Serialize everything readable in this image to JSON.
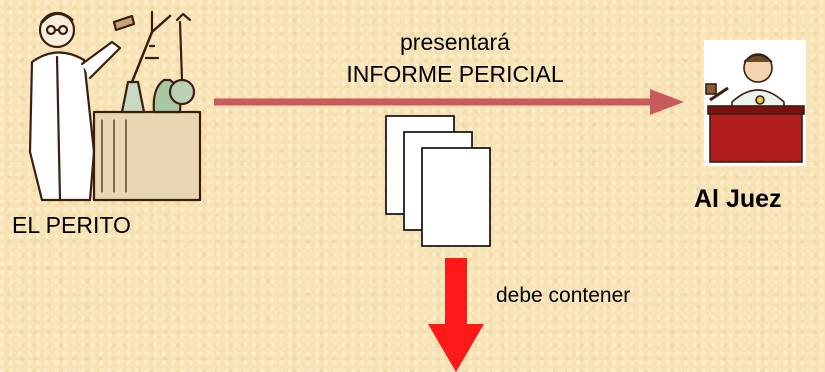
{
  "diagram": {
    "arrow_label_top": "presentará",
    "arrow_label_bottom": "INFORME PERICIAL",
    "expert_label": "EL PERITO",
    "judge_label": "Al Juez",
    "down_arrow_label": "debe contener"
  },
  "colors": {
    "background": "#f6e2b4",
    "horizontal_arrow": "#c85a5a",
    "down_arrow": "#ff1a1a",
    "judge_bench": "#b21e1e"
  },
  "icons": [
    "scientist-clipart",
    "documents-icon",
    "judge-clipart"
  ]
}
